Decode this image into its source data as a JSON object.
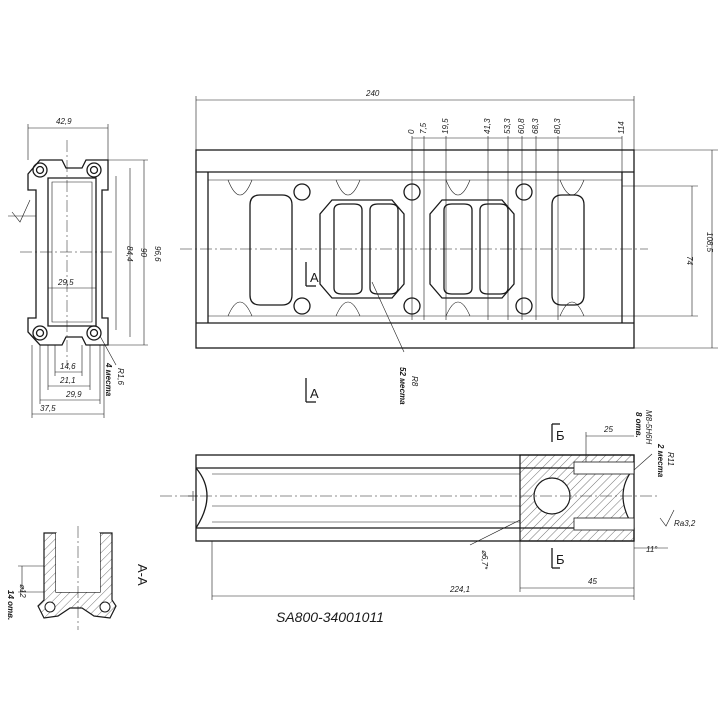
{
  "title": "SA800-34001011",
  "end_view": {
    "dims": {
      "w_outer": "42,9",
      "h1": "84,4",
      "h2": "90",
      "h3": "96,6",
      "w_inner": "29,5",
      "w_a": "14,6",
      "w_b": "21,1",
      "w_c": "29,9",
      "w_d": "37,5",
      "radius": "R1,6",
      "radius_note": "4 места"
    }
  },
  "top_view": {
    "overall_length": "240",
    "positions": [
      "0",
      "7,5",
      "19,5",
      "41,3",
      "53,3",
      "60,8",
      "68,3",
      "80,3",
      "114"
    ],
    "height_total": "108,5",
    "height_inner": "74",
    "section_letter": "А",
    "r8": "R8",
    "r8_note": "52 места",
    "section_label": "А"
  },
  "side_view": {
    "d25": "25",
    "thread": "M8-5H6H",
    "thread_note": "8 отв.",
    "r11": "R11",
    "r11_note": "2 места",
    "roughness": "Ra3,2",
    "angle": "11°",
    "hole": "⌀6,7*",
    "d45": "45",
    "d224": "224,1",
    "cut_letter": "Б"
  },
  "section_aa": {
    "label": "А-А",
    "hole": "⌀12",
    "hole_note": "14 отв."
  }
}
